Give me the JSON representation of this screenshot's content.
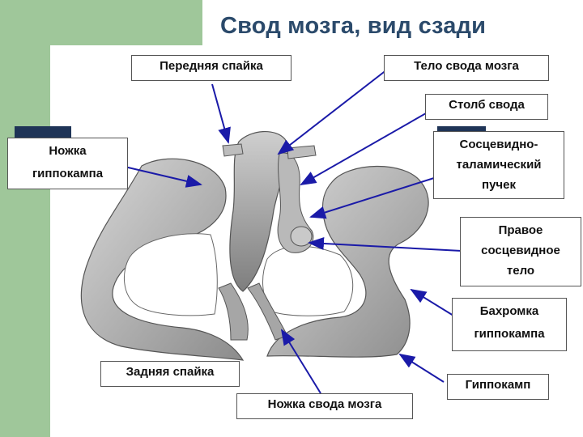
{
  "title": "Свод мозга, вид сзади",
  "labels": {
    "anterior_commissure": "Передняя спайка",
    "body_of_fornix": "Тело свода мозга",
    "column_of_fornix": "Столб свода",
    "crus_hippocampus": [
      "Ножка",
      "гиппокампа"
    ],
    "mammillothalamic_tract": [
      "Сосцевидно-",
      "таламический",
      "пучек"
    ],
    "right_mammillary_body": [
      "Правое",
      "сосцевидное",
      "тело"
    ],
    "fimbria_hippocampus": [
      "Бахромка",
      "гиппокампа"
    ],
    "posterior_commissure": "Задняя спайка",
    "crus_of_fornix": "Ножка свода мозга",
    "hippocampus": "Гиппокамп"
  },
  "colors": {
    "accent_green": "#9fc79a",
    "navy": "#1f3457",
    "title": "#2b4a6b",
    "arrow": "#1a1aa8"
  }
}
